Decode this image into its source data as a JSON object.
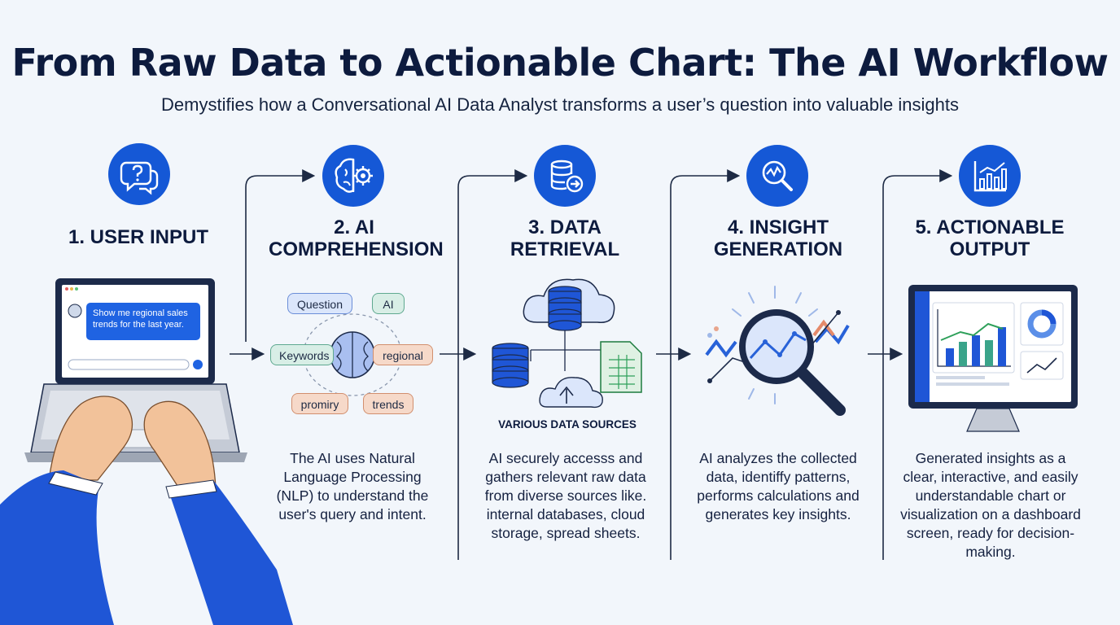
{
  "header": {
    "title": "From Raw Data to Actionable Chart: The AI Workflow",
    "subtitle": "Demystifies how a Conversational AI Data Analyst transforms a user’s question into valuable insights"
  },
  "steps": [
    {
      "title": "1. USER INPUT",
      "icon": "question-chat-icon",
      "description": ""
    },
    {
      "title": "2. AI COMPREHENSION",
      "icon": "brain-gear-icon",
      "description": "The AI uses Natural Language Processing (NLP) to understand the user's query and intent."
    },
    {
      "title": "3. DATA RETRIEVAL",
      "icon": "database-arrow-icon",
      "description": "AI securely accesss and gathers relevant raw data from diverse sources like. internal databases, cloud storage, spread sheets."
    },
    {
      "title": "4. INSIGHT GENERATION",
      "icon": "magnifier-chart-icon",
      "description": "AI analyzes the collected data, identiffy patterns, performs calculations and generates key insights."
    },
    {
      "title": "5. ACTIONABLE OUTPUT",
      "icon": "bar-chart-icon",
      "description": "Generated insights as a clear, interactive, and easily understandable chart or visualization on a dashboard screen, ready for decision-making."
    }
  ],
  "user_input": {
    "chat_message": "Show me regional sales trends for the last year."
  },
  "comprehension_tags": [
    "Question",
    "AI",
    "Keywords",
    "regional",
    "promiry",
    "trends"
  ],
  "retrieval": {
    "sources_label": "VARIOUS DATA SOURCES"
  },
  "colors": {
    "primary": "#1558d6",
    "background": "#f2f6fb",
    "text": "#0d1b3e"
  }
}
